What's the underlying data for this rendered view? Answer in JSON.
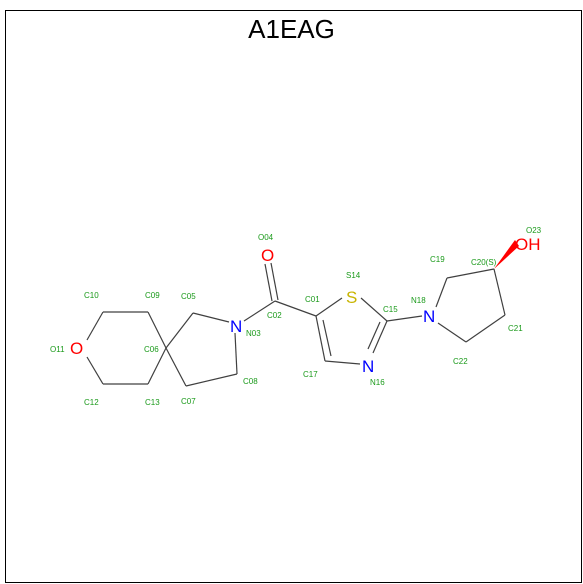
{
  "title": "A1EAG",
  "colors": {
    "oxygen": "#ff0000",
    "nitrogen": "#0000ff",
    "sulfur": "#c8b400",
    "label": "#1a9a1a",
    "bond": "#404040"
  },
  "atoms": {
    "O_oxane": "O",
    "N_pyr": "N",
    "O_carbonyl": "O",
    "S_thiazole": "S",
    "N_thiazole": "N",
    "N_pyrrolidine": "N",
    "OH": "OH"
  },
  "labels": {
    "C10": "C10",
    "C09": "C09",
    "C05": "C05",
    "O11": "O11",
    "C06": "C06",
    "N03": "N03",
    "C12": "C12",
    "C13": "C13",
    "C07": "C07",
    "C08": "C08",
    "O04": "O04",
    "C02": "C02",
    "C01": "C01",
    "S14": "S14",
    "C15": "C15",
    "C17": "C17",
    "N16": "N16",
    "N18": "N18",
    "C19": "C19",
    "C20S": "C20(S)",
    "O23": "O23",
    "C21": "C21",
    "C22": "C22"
  }
}
